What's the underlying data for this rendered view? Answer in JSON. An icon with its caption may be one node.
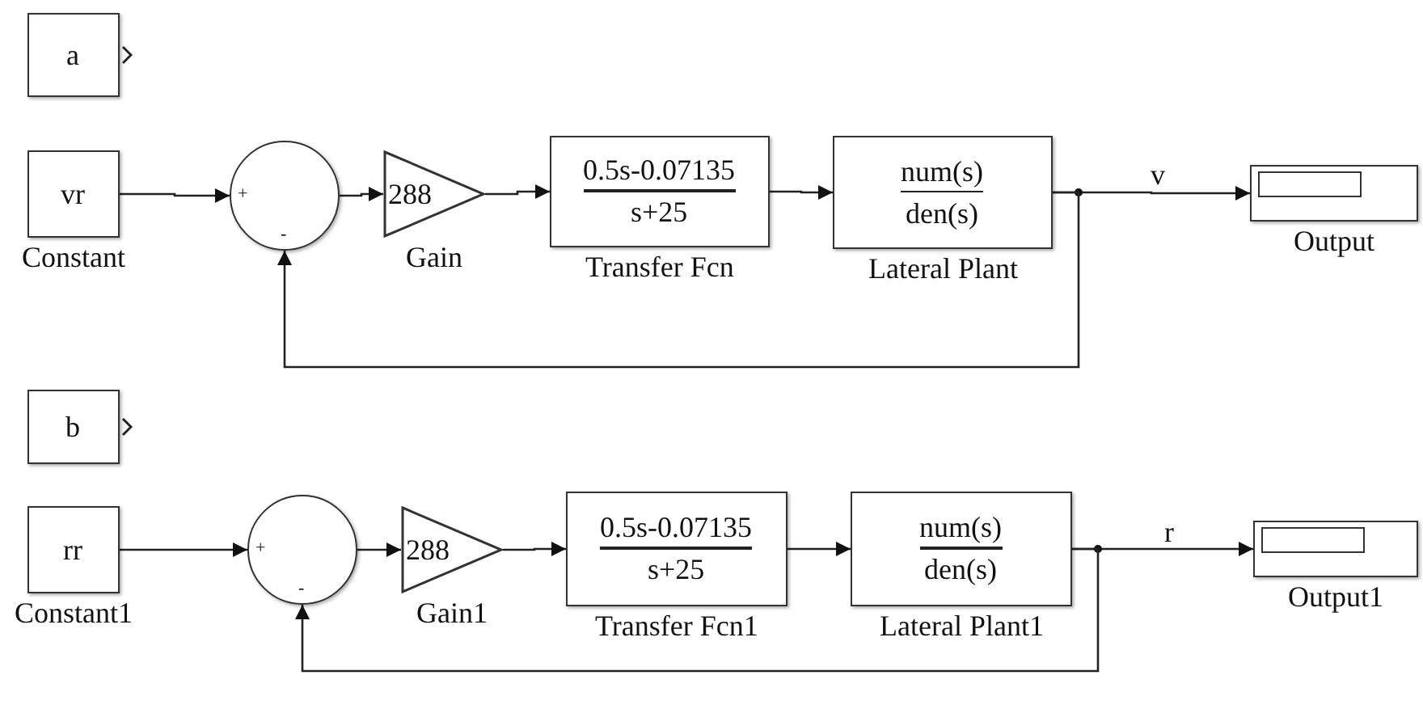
{
  "diagram": {
    "nodes": [
      {
        "text": [
          "a"
        ]
      },
      {
        "text": [
          "vr"
        ],
        "beside": [
          "Constant"
        ]
      },
      {
        "text": [
          "+",
          "-"
        ]
      },
      {
        "text": [
          "288"
        ],
        "beside": [
          "Gain"
        ]
      },
      {
        "text": [
          "0.5s-0.07135",
          "s+25"
        ],
        "beside": [
          "Transfer Fcn"
        ]
      },
      {
        "text": [
          "num(s)",
          "den(s)"
        ],
        "beside": [
          "Lateral Plant"
        ]
      },
      {
        "text": [],
        "shape": "box",
        "beside": [
          "Output"
        ]
      },
      {
        "text": [
          "b"
        ]
      },
      {
        "text": [
          "rr"
        ],
        "beside": [
          "Constant1"
        ]
      },
      {
        "text": [
          "+",
          "-"
        ]
      },
      {
        "text": [
          "288"
        ],
        "beside": [
          "Gain1"
        ]
      },
      {
        "text": [
          "0.5s-0.07135",
          "s+25"
        ],
        "beside": [
          "Transfer Fcn1"
        ]
      },
      {
        "text": [
          "num(s)",
          "den(s)"
        ],
        "beside": [
          "Lateral Plant1"
        ]
      },
      {
        "text": [],
        "shape": "box",
        "beside": [
          "Output1"
        ]
      }
    ],
    "edges": [
      {
        "from": 1,
        "to": 2,
        "arrow": "to"
      },
      {
        "from": 2,
        "to": 3,
        "arrow": "to"
      },
      {
        "from": 3,
        "to": 4,
        "arrow": "to"
      },
      {
        "from": 4,
        "to": 5,
        "arrow": "to"
      },
      {
        "from": 5,
        "to": 6,
        "arrow": "to",
        "label": "v"
      },
      {
        "from": 5,
        "to": 2,
        "arrow": "to"
      },
      {
        "from": 8,
        "to": 9,
        "arrow": "to"
      },
      {
        "from": 9,
        "to": 10,
        "arrow": "to"
      },
      {
        "from": 10,
        "to": 11,
        "arrow": "to"
      },
      {
        "from": 11,
        "to": 12,
        "arrow": "to"
      },
      {
        "from": 12,
        "to": 13,
        "arrow": "to",
        "label": "r"
      },
      {
        "from": 12,
        "to": 9,
        "arrow": "to"
      }
    ]
  }
}
